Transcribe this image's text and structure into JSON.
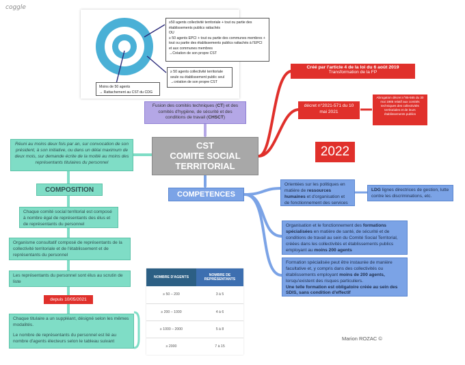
{
  "logo": "coggle",
  "panel": {
    "box1": "≥50 agents collectivité territoriale + tout ou partie des établissements publics rattachés\nOU\n≥ 50 agents EPCI + tout ou partie des communes membres + tout ou partie des établissements publics rattachés à l'EPCI et aux communes membres\n→Création de son propre CST",
    "box2": "≥ 50 agents collectivité territoriale seule ou établissement public seul\n→création de son propre CST",
    "box3": "Moins de 50 agents\n→ Rattachement au CST du CDG"
  },
  "fusion": {
    "pre": "Fusion des comités techniques (",
    "ct": "CT",
    "mid": ") et des comités d'hygiène, de sécurité et des conditions de travail (",
    "chsct": "CHSCT",
    "post": ")"
  },
  "center": {
    "line1": "CST",
    "line2": "COMITE SOCIAL",
    "line3": "TERRITORIAL"
  },
  "loi": {
    "title": "Créé par l'article 4 de la loi du 6 août 2019",
    "sub": "Transformation de la FP"
  },
  "decret": {
    "label": "décret n°2021-571 du 10 mai 2021"
  },
  "abroge": {
    "label": "Abrogation décret n°85-565 du 30 mai 1985 relatif aux comités techniques des collectivités territoriales et de leurs établissements publics"
  },
  "year": "2022",
  "reunion": "Réuni au moins deux fois par an, sur convocation de son président, à son initiative, ou dans un délai maximum de deux mois, sur demande écrite de la moitié au moins des représentants titulaires du personnel",
  "composition": {
    "heading": "COMPOSITION",
    "item1": "Chaque comité social territorial est composé à nombre égal de représentants des élus et de représentants du personnel",
    "item2": "Organisme consultatif composé de représentants de la collectivité territoriale et de l'établissement et de représentants du personnel",
    "item3": "Les représentants du personnel sont élus au scrutin de liste",
    "depuis": "depuis 10/05/2021",
    "item4a": "Chaque titulaire a un suppléant, désigné selon les mêmes modalités.",
    "item4b": "Le nombre de représentants du personnel est lié au nombre d'agents électeurs selon le tableau suivant"
  },
  "table": {
    "headers": [
      "NOMBRE D'AGENTS",
      "NOMBRE DE REPRÉSENTANTS"
    ],
    "rows": [
      [
        "≥ 50 – 200",
        "3 à 5"
      ],
      [
        "≥ 200 – 1000",
        "4 à 6"
      ],
      [
        "≥ 1000 – 2000",
        "5 à 8"
      ],
      [
        "≥ 2000",
        "7 à 15"
      ]
    ]
  },
  "competences": {
    "heading": "COMPETENCES",
    "item1": {
      "pre": "Orientées sur les politiques en matière de ",
      "b1": "ressources humaines",
      "mid": " et d'organisation et de fonctionnement des services"
    },
    "ldg": {
      "b": "LDG",
      "rest": " lignes directrices de gestion, lutte contre les discriminations, etc."
    },
    "item2": {
      "pre": "Organisation et le fonctionnement des ",
      "b1": "formations spécialisées",
      "mid": " en matière de santé, de sécurité et de conditions de travail au sein du Comité Social Territorial, créées dans les collectivités et établissements publics employant au ",
      "b2": "moins 200 agents"
    },
    "item3": {
      "pre": "Formation spécialisée peut être instaurée de manière facultative et, y compris dans des collectivités ou établissements employant ",
      "b1": "moins de 200 agents,",
      "mid": " lorsqu'existent des risques particuliers.",
      "b2": "Une telle formation est obligatoire créée au sein des SDIS, sans condition d'effectif"
    }
  },
  "credit": "Marion ROZAC ©",
  "colors": {
    "red": "#e0302b",
    "green": "#7fddc6",
    "blue": "#7ba3e6",
    "purple": "#b4a7e6",
    "grey": "#a8a8a8",
    "tableHeader": "#2c5f84"
  }
}
